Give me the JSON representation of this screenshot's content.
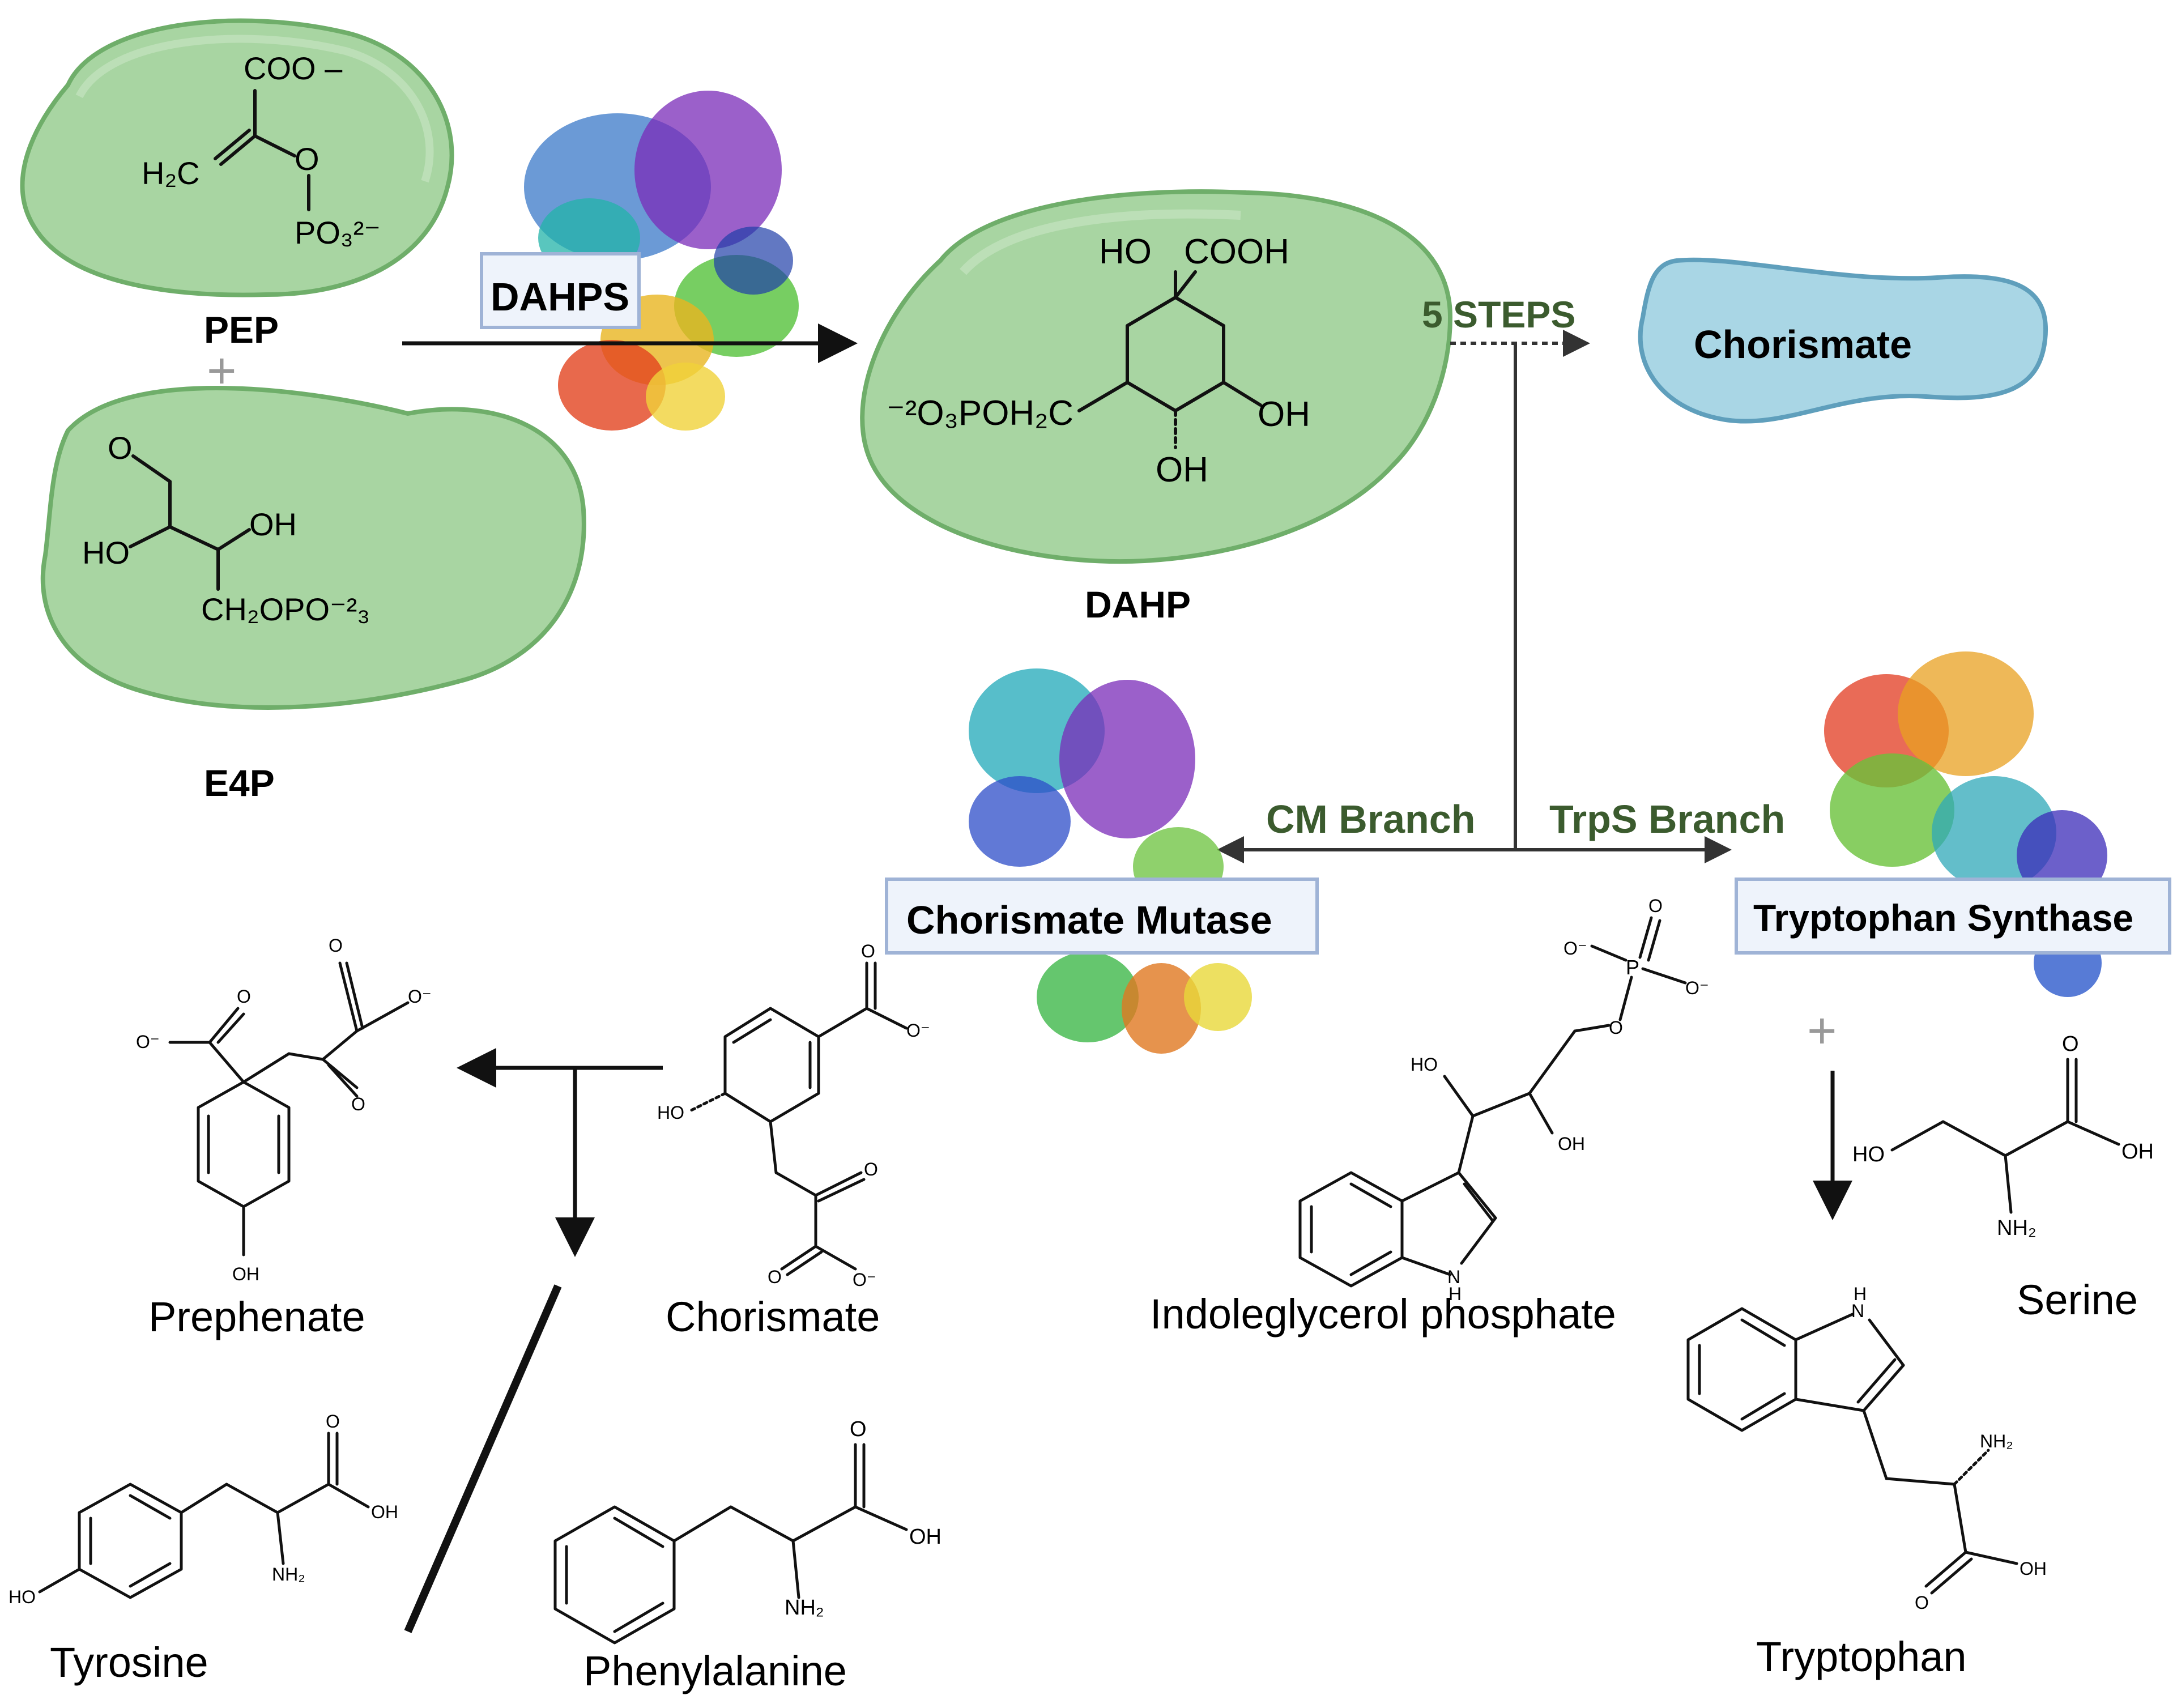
{
  "colors": {
    "blob_green": "#a8d5a2",
    "blob_green_edge": "#6fae6a",
    "blob_blue": "#a9d6e5",
    "blob_blue_edge": "#5f9fbc",
    "branch_label": "#3b5b2e",
    "enzyme_box_fill": "#eef3fb",
    "enzyme_box_edge": "#9fb3d6",
    "arrow": "#111111"
  },
  "substrates": {
    "pep": {
      "label": "PEP",
      "coo": "COO –",
      "h2c": "H₂C",
      "o": "O",
      "po3": "PO₃²⁻"
    },
    "plus_top": "+",
    "e4p": {
      "label": "E4P",
      "o": "O",
      "ho": "HO",
      "oh": "OH",
      "ch2opo": "CH₂OPO⁻²₃"
    }
  },
  "enzymes": {
    "dahps": "DAHPS",
    "chorismate_mutase": "Chorismate Mutase",
    "tryptophan_synthase": "Tryptophan Synthase"
  },
  "dahp": {
    "label": "DAHP",
    "ho": "HO",
    "cooh": "COOH",
    "left": "⁻²O₃POH₂C",
    "oh_right": "OH",
    "oh_bottom": "OH"
  },
  "chorismate_top": {
    "label": "Chorismate",
    "steps": "5 STEPS"
  },
  "branches": {
    "cm": "CM Branch",
    "trps": "TrpS Branch"
  },
  "molecules": {
    "prephenate": "Prephenate",
    "chorismate": "Chorismate",
    "indoleglycerol_phosphate": "Indoleglycerol phosphate",
    "serine": "Serine",
    "tyrosine": "Tyrosine",
    "phenylalanine": "Phenylalanine",
    "tryptophan": "Tryptophan",
    "plus_serine": "+"
  },
  "atom_labels": {
    "o": "O",
    "o_minus": "O⁻",
    "ho": "HO",
    "oh": "OH",
    "nh2": "NH₂",
    "nh": "H\nN",
    "p": "P"
  }
}
